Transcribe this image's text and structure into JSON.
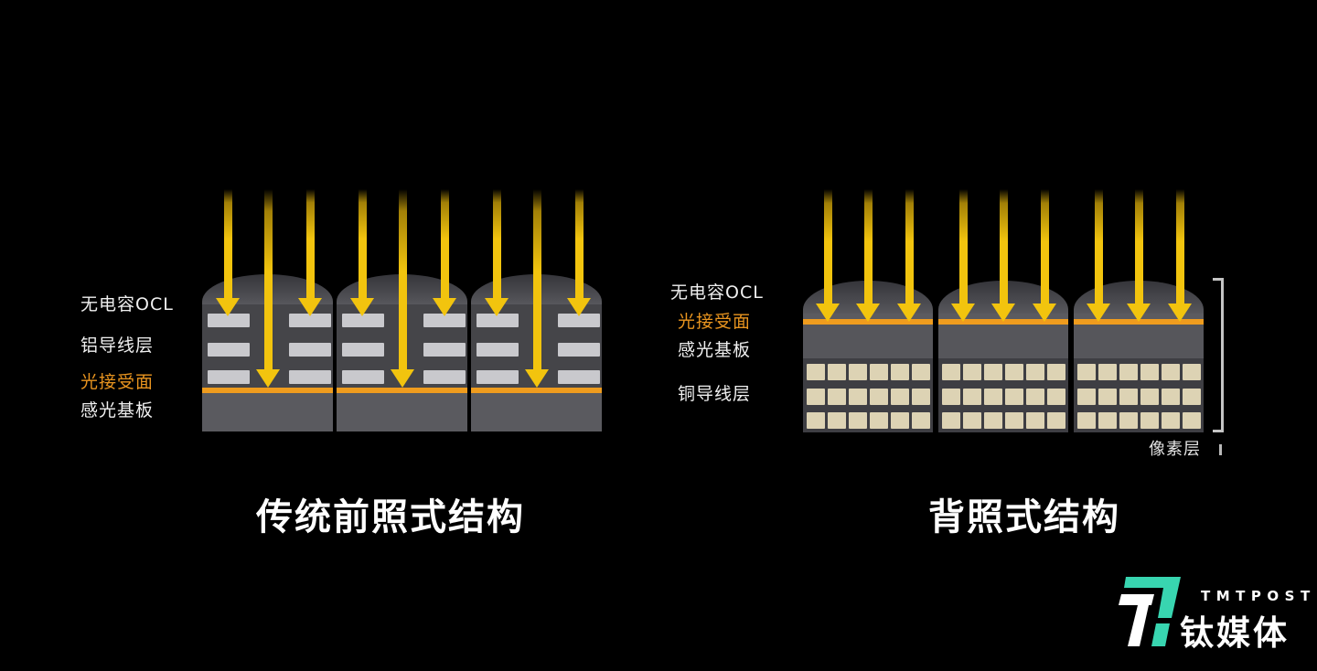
{
  "left_panel": {
    "title": "传统前照式结构",
    "labels": {
      "ocl": "无电容OCL",
      "aluminum": "铝导线层",
      "light_surface": "光接受面",
      "substrate": "感光基板"
    },
    "cells": 3,
    "arrows_per_cell": 3,
    "wiring_rows": 3,
    "wiring_columns": 2
  },
  "right_panel": {
    "title": "背照式结构",
    "labels": {
      "ocl": "无电容OCL",
      "light_surface": "光接受面",
      "substrate": "感光基板",
      "copper": "铜导线层",
      "pixel_layer": "像素层"
    },
    "cells": 3,
    "arrows_per_cell": 3,
    "copper_rows": 3,
    "copper_columns": 6
  },
  "logo": {
    "name": "TMTPOST",
    "name_cn": "钛媒体"
  },
  "colors": {
    "background": "#000000",
    "arrow": "#f2c40e",
    "orange_line": "#ef9c1e",
    "label_orange": "#e8941f",
    "label_white": "#f0f0f0",
    "cell_body": "#454549",
    "cell_dome_dark": "#35353a",
    "cell_dome_light": "#57575c",
    "cell_substrate": "#5a5a5f",
    "right_strip": "#5b5b60",
    "right_substrate": "#56565b",
    "wire_bar": "#c9c9cd",
    "copper_bg": "#3e3e43",
    "copper_block": "#ddd3b4",
    "bracket": "#c4c4c4",
    "logo_teal": "#38d5b0",
    "title_white": "#ffffff"
  }
}
